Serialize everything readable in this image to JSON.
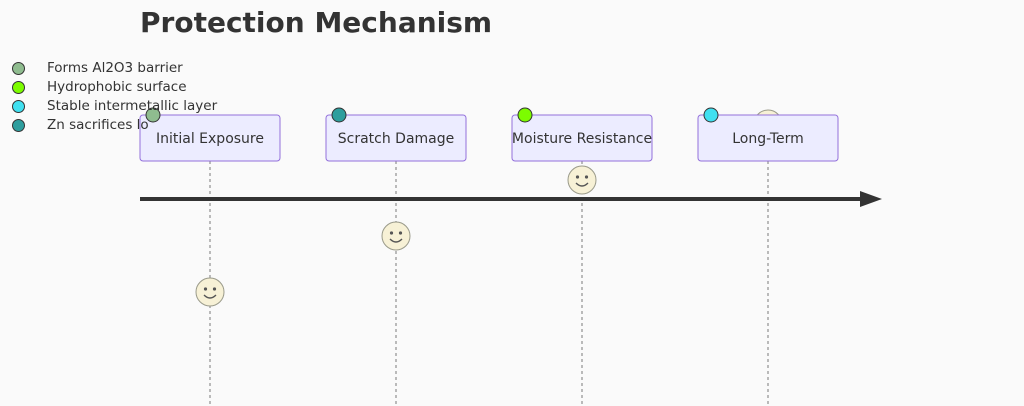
{
  "title": "Protection Mechanism",
  "legend": [
    {
      "label": "Forms Al2O3 barrier",
      "color": "#8fbc8f"
    },
    {
      "label": "Hydrophobic surface",
      "color": "#7cfc00"
    },
    {
      "label": "Stable intermetallic layer",
      "color": "#40e0f0"
    },
    {
      "label": "Zn sacrifices lo",
      "color": "#2e9e9e"
    }
  ],
  "stages": [
    {
      "label": "Initial Exposure",
      "marker_color": "#8fbc8f",
      "score": 1
    },
    {
      "label": "Scratch Damage",
      "marker_color": "#2e9e9e",
      "score": 2
    },
    {
      "label": "Moisture Resistance",
      "marker_color": "#7cfc00",
      "score": 3
    },
    {
      "label": "Long-Term",
      "marker_color": "#40e0f0",
      "score": 4
    }
  ],
  "colors": {
    "axis": "#333333",
    "box_fill": "#ececff",
    "box_border": "#9370db"
  }
}
